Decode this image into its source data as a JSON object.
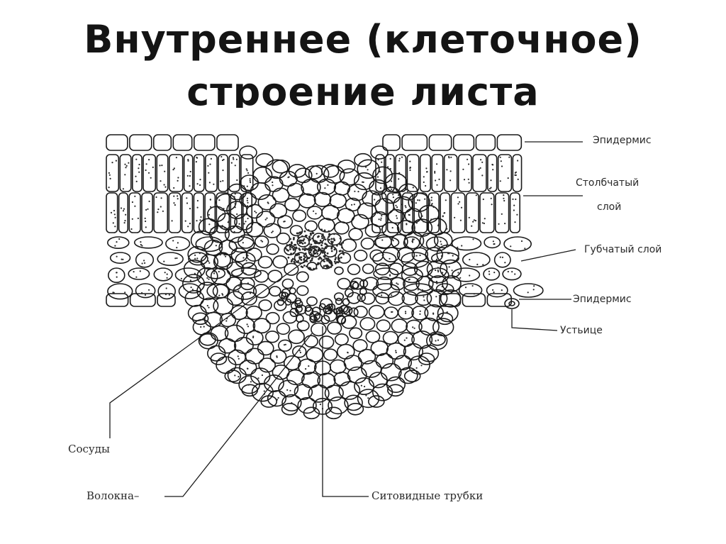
{
  "title": {
    "line1": "Внутреннее (клеточное)",
    "line2": "строение листа"
  },
  "labels": {
    "epidermis_top": "Эпидермис",
    "palisade_line1": "Столбчатый",
    "palisade_line2": "слой",
    "spongy": "Губчатый слой",
    "epidermis_bottom": "Эпидермис",
    "stoma": "Устьице",
    "vessels": "Сосуды",
    "fibers": "Волокна–",
    "sieve_tubes": "Ситовидные трубки"
  },
  "colors": {
    "ink": "#1a1a1a",
    "background": "#ffffff"
  }
}
